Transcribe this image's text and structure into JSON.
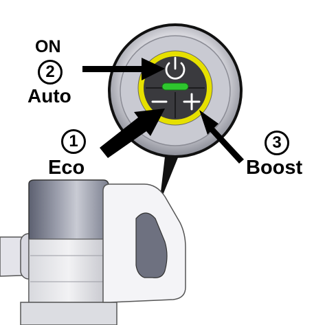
{
  "labels": {
    "on": "ON",
    "auto_number": "2",
    "auto": "Auto",
    "eco_number": "1",
    "eco": "Eco",
    "boost_number": "3",
    "boost": "Boost"
  },
  "icons": {
    "power": "power-icon",
    "minus": "minus-icon",
    "plus": "plus-icon"
  },
  "colors": {
    "ring": "#e6e000",
    "indicator": "#2ec62e",
    "panel": "#3a3a3e",
    "arrow": "#000000"
  }
}
